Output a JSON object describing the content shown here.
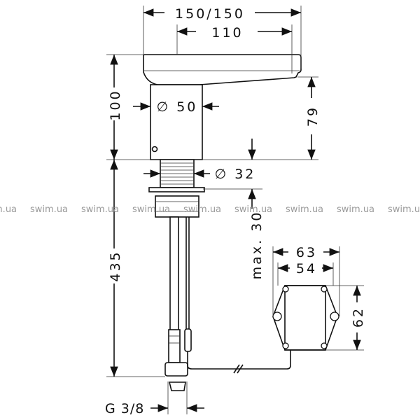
{
  "dimensions": {
    "top_width": "150/150",
    "spout_reach": "110",
    "total_height": "100",
    "body_diameter": "∅ 50",
    "spout_height": "79",
    "shank_diameter": "∅ 32",
    "max_thickness": "max. 30",
    "hose_length": "435",
    "box_width_outer": "63",
    "box_width_inner": "54",
    "box_height": "62",
    "connection": "G 3/8"
  },
  "watermark": "swim.ua"
}
